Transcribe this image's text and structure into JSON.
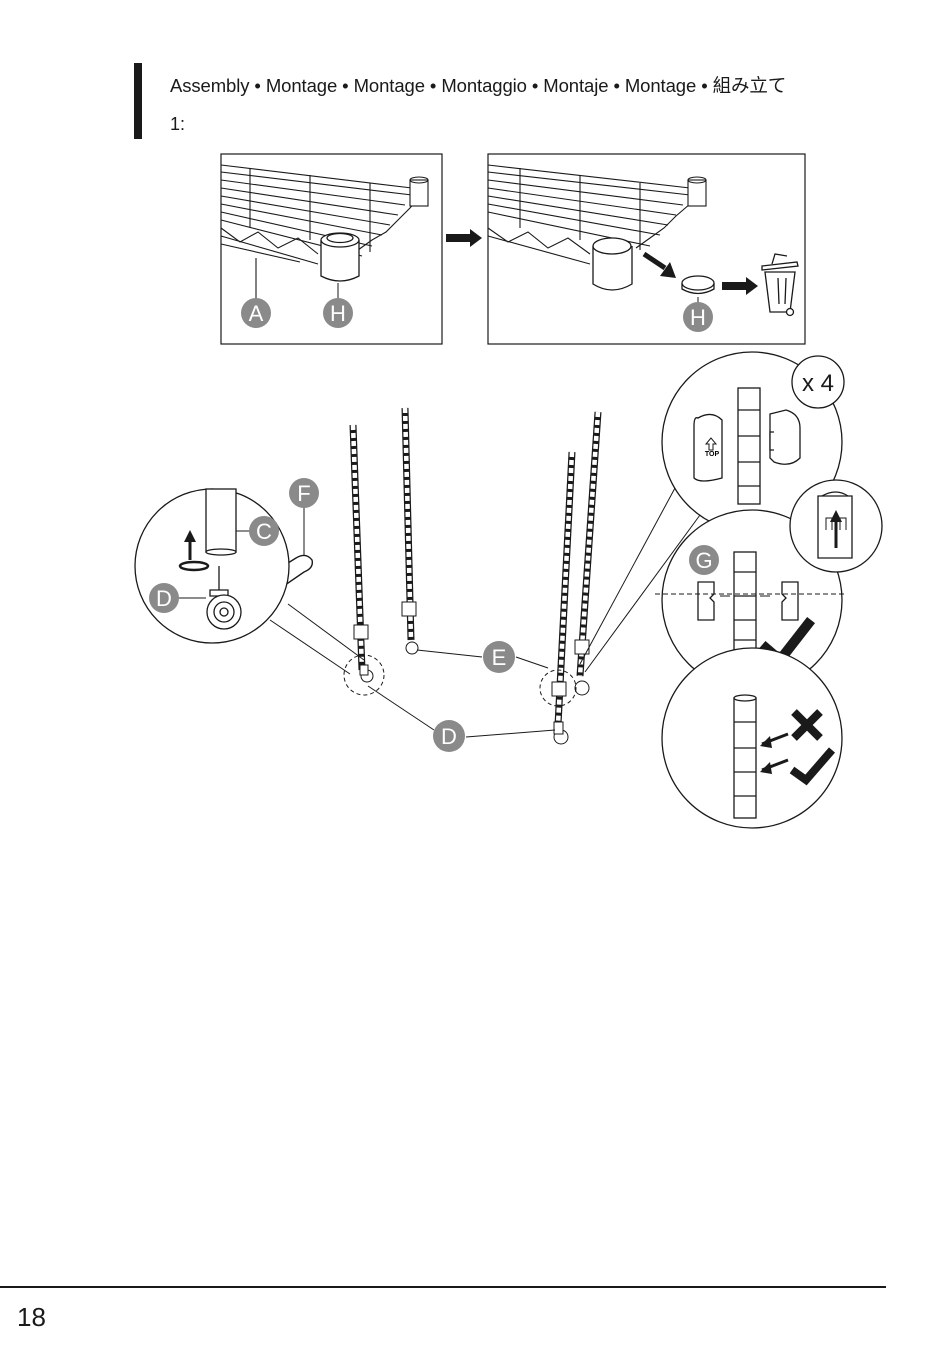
{
  "header": {
    "title": "Assembly • Montage • Montage • Montaggio • Montaje • Montage • 組み立て",
    "step": "1:"
  },
  "parts": {
    "A": "A",
    "H": "H",
    "F": "F",
    "C": "C",
    "D": "D",
    "E": "E",
    "G": "G"
  },
  "detail": {
    "quantity": "x 4",
    "clip_text": "TOP"
  },
  "footer": {
    "page_number": "18"
  },
  "colors": {
    "ink": "#1a1a1a",
    "label_fill": "#8a8a8a"
  }
}
